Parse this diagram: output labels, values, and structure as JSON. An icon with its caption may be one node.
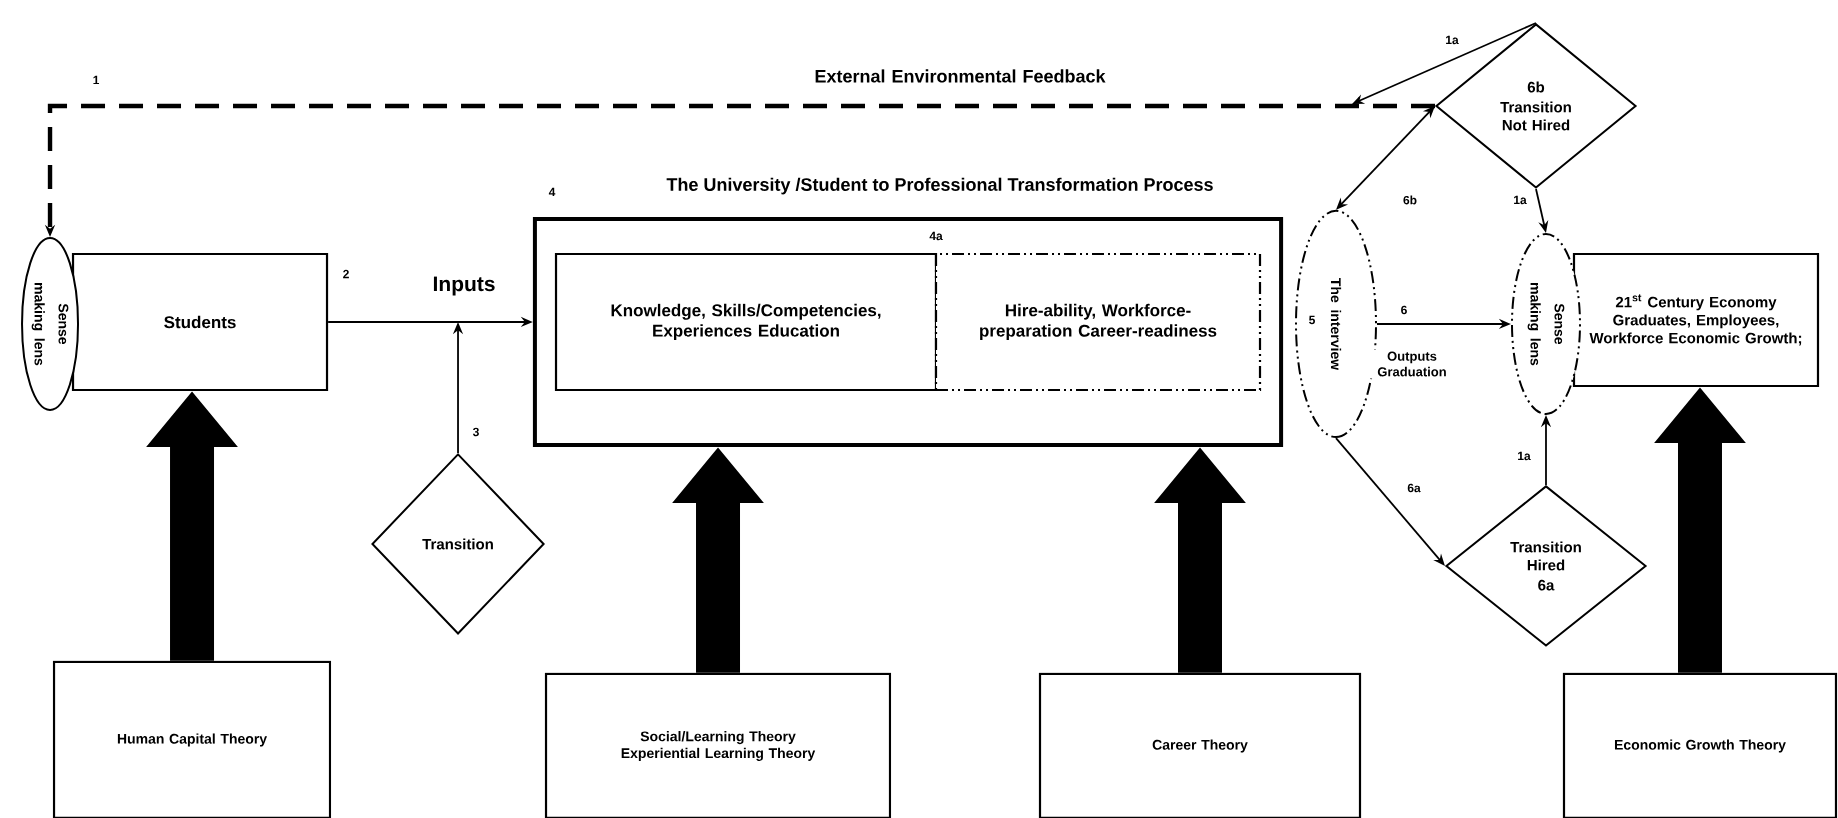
{
  "diagram": {
    "nodes": [
      {
        "text": [
          "Sense making lens"
        ]
      },
      {
        "text": [
          "Students"
        ]
      },
      {
        "text": [
          "Transition"
        ]
      },
      {
        "text": [
          "The University /Student to Professional Transformation Process"
        ]
      },
      {
        "text": [
          "Knowledge, Skills/Competencies, Experiences Education"
        ],
        "in": 3
      },
      {
        "text": [
          "Hire-ability, Workforce-preparation Career-readiness"
        ],
        "in": 3
      },
      {
        "text": [
          "The interview"
        ]
      },
      {
        "text": [
          "6b",
          "Transition Not Hired"
        ]
      },
      {
        "text": [
          "Sense making lens"
        ]
      },
      {
        "text": [
          "21$^{st}$ Century Economy Graduates, Employees, Workforce Economic Growth;"
        ]
      },
      {
        "text": [
          "Transition Hired",
          "6a"
        ]
      },
      {
        "text": [
          "Human Capital Theory"
        ]
      },
      {
        "text": [
          "Social/Learning Theory Experiential Learning Theory"
        ]
      },
      {
        "text": [
          "Career Theory"
        ]
      },
      {
        "text": [
          "Economic Growth Theory"
        ]
      }
    ],
    "edges": [
      {
        "from": 7,
        "to": 0,
        "arrow": "to",
        "label": "External Environmental Feedback",
        "style": "dashed"
      },
      {
        "from": 1,
        "to": 3,
        "arrow": "to",
        "label": "Inputs"
      },
      {
        "from": 2,
        "to": null,
        "arrow": "to"
      },
      {
        "from": 6,
        "to": 7,
        "arrow": "both"
      },
      {
        "from": 6,
        "to": 10,
        "arrow": "to"
      },
      {
        "from": 6,
        "to": 8,
        "arrow": "to",
        "label": "Outputs Graduation"
      },
      {
        "from": 7,
        "to": 8,
        "arrow": "to"
      },
      {
        "from": 10,
        "to": 8,
        "arrow": "to"
      },
      {
        "from": 7,
        "to": null,
        "arrow": "to"
      },
      {
        "from": 11,
        "to": 1,
        "arrow": "to",
        "style": "thick"
      },
      {
        "from": 12,
        "to": 3,
        "arrow": "to",
        "style": "thick"
      },
      {
        "from": 13,
        "to": 3,
        "arrow": "to",
        "style": "thick"
      },
      {
        "from": 14,
        "to": 9,
        "arrow": "to",
        "style": "thick"
      }
    ],
    "labels": [
      "1a",
      "1",
      "4",
      "6b",
      "1a",
      "4a",
      "2",
      "6",
      "5",
      "3",
      "1a",
      "6a"
    ]
  }
}
